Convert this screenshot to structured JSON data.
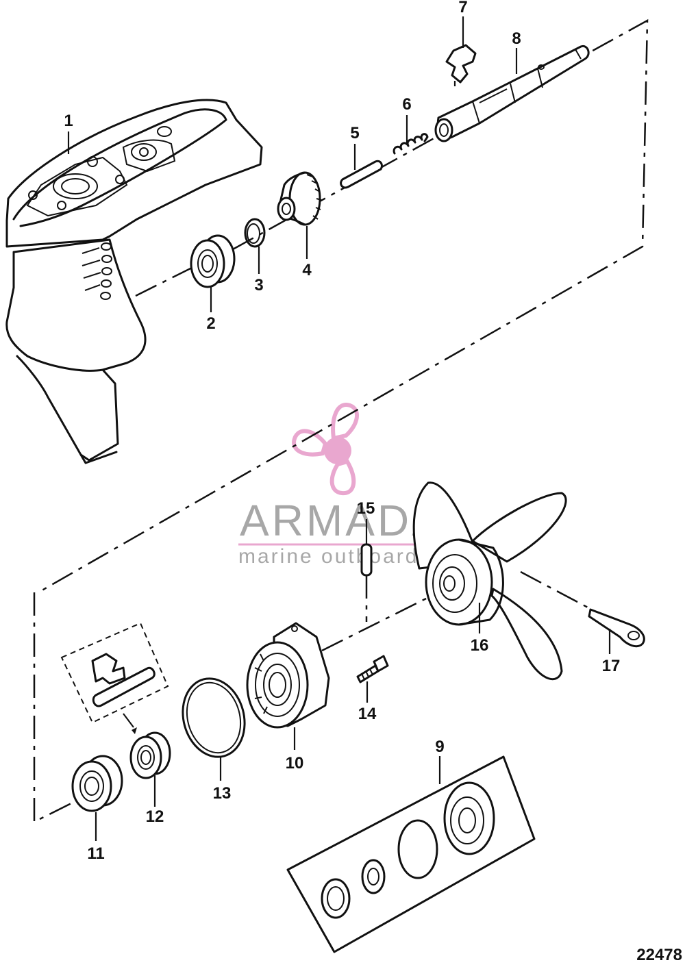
{
  "callouts": [
    "1",
    "2",
    "3",
    "4",
    "5",
    "6",
    "7",
    "8",
    "9",
    "10",
    "11",
    "12",
    "13",
    "14",
    "15",
    "16",
    "17"
  ],
  "figure_id": "22478",
  "watermark": {
    "brand": "ARMADA",
    "tagline": "marine outboard",
    "color": "#e9a7cf"
  }
}
